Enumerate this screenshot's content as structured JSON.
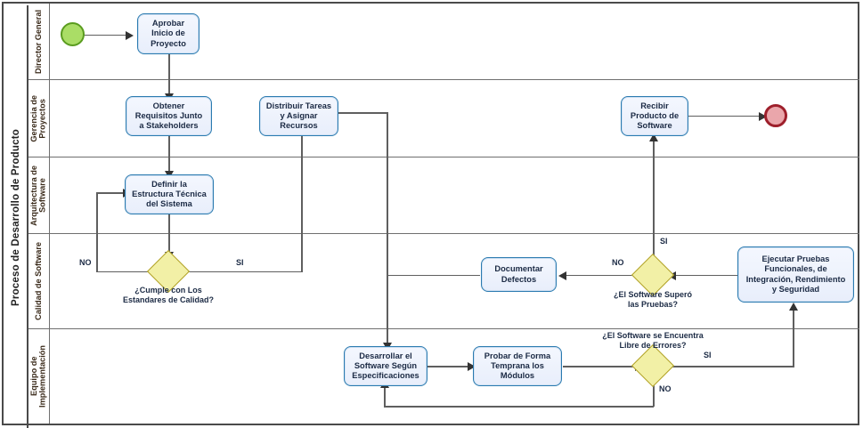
{
  "pool": {
    "title": "Proceso de Desarrollo de Producto"
  },
  "lanes": [
    {
      "id": "director",
      "label": "Director General"
    },
    {
      "id": "gerencia",
      "label": "Gerencia de\nProyectos"
    },
    {
      "id": "arquitectura",
      "label": "Arquitectura de\nSoftware"
    },
    {
      "id": "calidad",
      "label": "Calidad de Software"
    },
    {
      "id": "implementacion",
      "label": "Equipo de\nImplementación"
    }
  ],
  "events": [
    {
      "id": "start",
      "name": "start-event",
      "type": "start",
      "color": "#aadd66"
    },
    {
      "id": "end",
      "name": "end-event",
      "type": "end",
      "color": "#eaa6ab"
    }
  ],
  "tasks": [
    {
      "id": "aprobar",
      "label": "Aprobar\nInicio de\nProyecto"
    },
    {
      "id": "obtener",
      "label": "Obtener\nRequisitos Junto\na Stakeholders"
    },
    {
      "id": "distribuir",
      "label": "Distribuir Tareas\ny Asignar\nRecursos"
    },
    {
      "id": "recibir",
      "label": "Recibir\nProducto de\nSoftware"
    },
    {
      "id": "definir",
      "label": "Definir la\nEstructura Técnica\ndel Sistema"
    },
    {
      "id": "documentar",
      "label": "Documentar\nDefectos"
    },
    {
      "id": "ejecutar",
      "label": "Ejecutar Pruebas\nFuncionales, de\nIntegración, Rendimiento\ny Seguridad"
    },
    {
      "id": "desarrollar",
      "label": "Desarrollar el\nSoftware Según\nEspecificaciones"
    },
    {
      "id": "probar",
      "label": "Probar de Forma\nTemprana los\nMódulos"
    }
  ],
  "gateways": [
    {
      "id": "gw-calidad",
      "label": "¿Cumple con Los\nEstandares de Calidad?"
    },
    {
      "id": "gw-pruebas",
      "label": "¿El Software Superó\nlas Pruebas?"
    },
    {
      "id": "gw-errores",
      "label": "¿El Software se Encuentra\nLibre de Errores?"
    }
  ],
  "flow_labels": {
    "calidad_no": "NO",
    "calidad_si": "SI",
    "pruebas_si": "SI",
    "pruebas_no": "NO",
    "errores_si": "SI",
    "errores_no": "NO"
  },
  "colors": {
    "task_border": "#2a7ab0",
    "task_fill": "#eef3fc",
    "gateway_fill": "#f2f0a6",
    "gateway_border": "#b0a024",
    "start_fill": "#aadd66",
    "end_fill": "#eaa6ab",
    "connector": "#5f5f5f",
    "lane_border": "#6f6f6f"
  }
}
